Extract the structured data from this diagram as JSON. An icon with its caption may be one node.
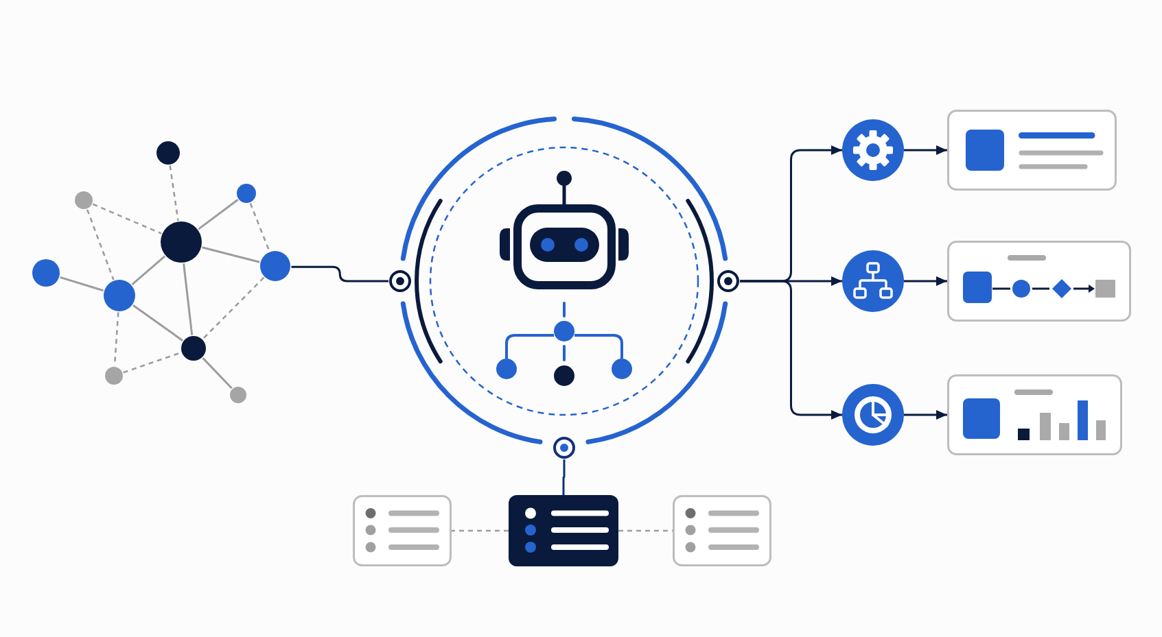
{
  "diagram": {
    "nodes": [
      {
        "text": [],
        "shape": "circle"
      },
      {
        "text": [],
        "shape": "circle"
      },
      {
        "text": [],
        "shape": "circle"
      },
      {
        "text": [],
        "shape": "circle"
      },
      {
        "text": [],
        "shape": "circle"
      },
      {
        "text": [],
        "shape": "circle"
      },
      {
        "text": [],
        "shape": "circle"
      },
      {
        "text": [],
        "shape": "circle"
      },
      {
        "text": [],
        "shape": "circle"
      },
      {
        "text": [],
        "shape": "circle"
      },
      {
        "text": [],
        "shape": "circle"
      },
      {
        "text": [],
        "shape": "circle"
      },
      {
        "text": [],
        "shape": "box"
      },
      {
        "text": [],
        "shape": "circle"
      },
      {
        "text": [],
        "shape": "box"
      },
      {
        "text": [],
        "shape": "circle"
      },
      {
        "text": [],
        "shape": "box"
      },
      {
        "text": [],
        "shape": "box"
      },
      {
        "text": [],
        "shape": "box"
      },
      {
        "text": [],
        "shape": "box"
      }
    ],
    "edges": [
      {
        "from": 0,
        "to": 3,
        "arrow": "none",
        "style": "dashed"
      },
      {
        "from": 1,
        "to": 3,
        "arrow": "none",
        "style": "dashed"
      },
      {
        "from": 1,
        "to": 5,
        "arrow": "none",
        "style": "dashed"
      },
      {
        "from": 2,
        "to": 3,
        "arrow": "none"
      },
      {
        "from": 2,
        "to": 6,
        "arrow": "none",
        "style": "dashed"
      },
      {
        "from": 3,
        "to": 6,
        "arrow": "none"
      },
      {
        "from": 3,
        "to": 5,
        "arrow": "none"
      },
      {
        "from": 3,
        "to": 7,
        "arrow": "none"
      },
      {
        "from": 4,
        "to": 5,
        "arrow": "none"
      },
      {
        "from": 5,
        "to": 7,
        "arrow": "none"
      },
      {
        "from": 6,
        "to": 7,
        "arrow": "none",
        "style": "dashed"
      },
      {
        "from": 5,
        "to": 8,
        "arrow": "none",
        "style": "dashed"
      },
      {
        "from": 8,
        "to": 7,
        "arrow": "none",
        "style": "dashed"
      },
      {
        "from": 7,
        "to": 9,
        "arrow": "none"
      },
      {
        "from": 6,
        "to": 10,
        "arrow": "none",
        "color": "#0b1b3f"
      },
      {
        "from": 10,
        "to": 11,
        "arrow": "to",
        "color": "#0b1b3f"
      },
      {
        "from": 10,
        "to": 13,
        "arrow": "to",
        "color": "#0b1b3f"
      },
      {
        "from": 10,
        "to": 15,
        "arrow": "to",
        "color": "#0b1b3f"
      },
      {
        "from": 11,
        "to": 12,
        "arrow": "to",
        "color": "#0b1b3f"
      },
      {
        "from": 13,
        "to": 14,
        "arrow": "to",
        "color": "#0b1b3f"
      },
      {
        "from": 15,
        "to": 16,
        "arrow": "to",
        "color": "#0b1b3f"
      },
      {
        "from": 10,
        "to": 18,
        "arrow": "none",
        "color": "#12307a"
      },
      {
        "from": 18,
        "to": 17,
        "arrow": "none",
        "style": "dashed"
      },
      {
        "from": 18,
        "to": 19,
        "arrow": "none",
        "style": "dashed"
      }
    ]
  }
}
